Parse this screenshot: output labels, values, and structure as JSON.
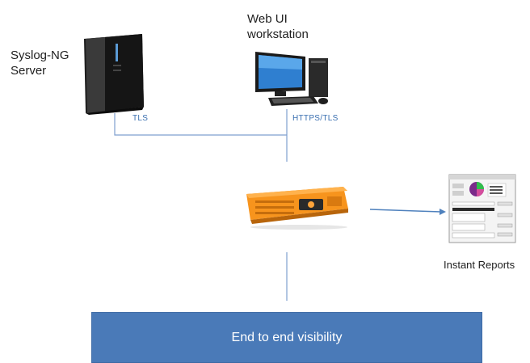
{
  "nodes": {
    "syslog_server": {
      "label_line1": "Syslog-NG",
      "label_line2": "Server",
      "icon": "tower-server-icon"
    },
    "web_ui_workstation": {
      "label_line1": "Web UI",
      "label_line2": "workstation",
      "icon": "desktop-computer-icon"
    },
    "appliance": {
      "icon": "rack-appliance-icon"
    },
    "instant_reports": {
      "label": "Instant Reports",
      "icon": "report-screenshot-icon"
    }
  },
  "connections": {
    "syslog_link": "TLS",
    "web_link": "HTTPS/TLS"
  },
  "banner": {
    "text": "End to end visibility"
  },
  "colors": {
    "connector": "#4f81bd",
    "banner_fill": "#4a7ab8",
    "appliance_orange": "#f7941d",
    "server_body": "#2b2b2b"
  }
}
